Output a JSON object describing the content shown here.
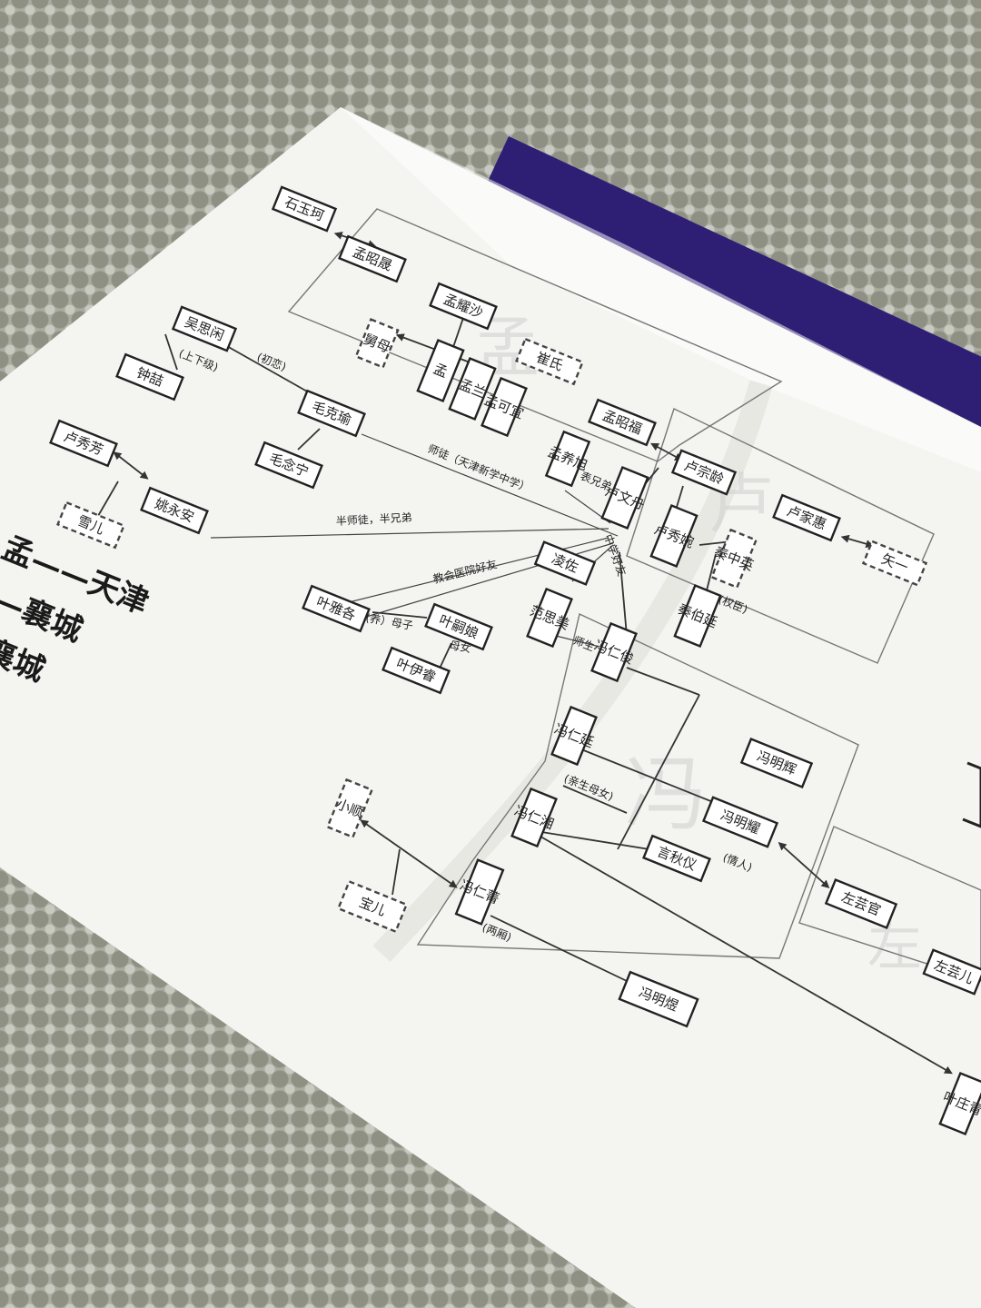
{
  "nodes": {
    "shi_yu_ke": "石玉珂",
    "meng_dao_sheng": "孟昭晟",
    "meng_yao_she": "孟耀沙",
    "meng_zhan_nu": "孟",
    "meng_lan": "孟兰",
    "meng_ke_yi": "孟可宜",
    "meng_aunt": "舅母",
    "meng_shi": "崔氏",
    "meng_zhao_fu": "孟昭福",
    "meng_yang_xu": "孟养旭",
    "lu_zheng_ling": "卢宗龄",
    "lu_jia_hui": "卢家惠",
    "mother_lu": "矢一",
    "lu_xiu_wan": "卢秀婉",
    "lu_wen_zhou": "卢文舟",
    "qin_zhong_ying": "秦中英",
    "qin_mother": "秦伯廷",
    "ling_jia": "凌佐",
    "fan_si_mei": "范思美",
    "wu_si_xian": "吴思闲",
    "zhong_jie": "钟喆",
    "mao_ke_yu": "毛克瑜",
    "mao_nian_ning": "毛念宁",
    "lu_xiu_fang": "卢秀芳",
    "yao_yong_an": "姚永安",
    "xue_er": "雪儿",
    "ye_yi_zhe": "叶雅各",
    "ye_si_niang": "叶嗣娘",
    "ye_yi_rui": "叶伊睿",
    "feng_ren_jun": "冯仁俊",
    "feng_ren_ting": "冯仁廷",
    "feng_ren_yan": "冯仁湘",
    "feng_ren_jing": "冯仁菁",
    "feng_ming_hui": "冯明辉",
    "feng_ming_yu": "冯明煜",
    "feng_ming_yao": "冯明耀",
    "yan_qiu_yi": "言秋仪",
    "xiao_shun": "小顺",
    "bao_er": "宝儿",
    "zuo_yun_yi": "左芸官",
    "zuo_yun_er": "左芸儿",
    "ye_yan_qing": "叶庄青"
  },
  "labels": {
    "up_down": "(上下级)",
    "lovers": "(初恋)",
    "disciple": "师徒（天津新学中学）",
    "brothers": "表兄弟",
    "half": "半师徒，半兄弟",
    "hospital": "教会医院好友",
    "mother_son": "(养）母子",
    "mother_daughter": "母女",
    "middle_school": "中学好友",
    "teacher": "师生",
    "proxy": "(权臣)",
    "birth": "(亲生母女)",
    "lover2": "(情人)",
    "fengyun": "(两厢)"
  },
  "legend": {
    "line1": "孟——天津",
    "line2": "——襄城",
    "line3": "——襄城"
  },
  "watermarks": {
    "meng": "孟",
    "lu": "卢",
    "feng": "冯",
    "zuo": "左"
  },
  "book": {
    "color": "#2e1f74"
  }
}
